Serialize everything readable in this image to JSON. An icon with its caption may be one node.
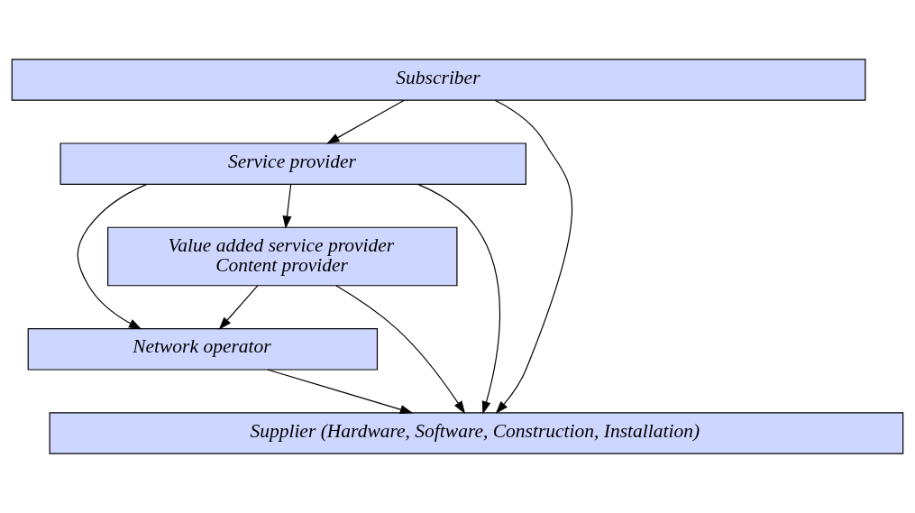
{
  "diagram": {
    "nodes": [
      {
        "text": [
          "Subscriber"
        ]
      },
      {
        "text": [
          "Service provider"
        ]
      },
      {
        "text": [
          "Value added service provider",
          "Content provider"
        ]
      },
      {
        "text": [
          "Network operator"
        ]
      },
      {
        "text": [
          "Supplier (Hardware, Software, Construction, Installation)"
        ]
      }
    ],
    "edges": [
      {
        "from": 0,
        "to": 1,
        "arrow": "to"
      },
      {
        "from": 0,
        "to": 4,
        "arrow": "to"
      },
      {
        "from": 1,
        "to": 2,
        "arrow": "to"
      },
      {
        "from": 1,
        "to": 3,
        "arrow": "to"
      },
      {
        "from": 1,
        "to": 4,
        "arrow": "to"
      },
      {
        "from": 2,
        "to": 3,
        "arrow": "to"
      },
      {
        "from": 2,
        "to": 4,
        "arrow": "to"
      },
      {
        "from": 3,
        "to": 4,
        "arrow": "to"
      }
    ]
  }
}
